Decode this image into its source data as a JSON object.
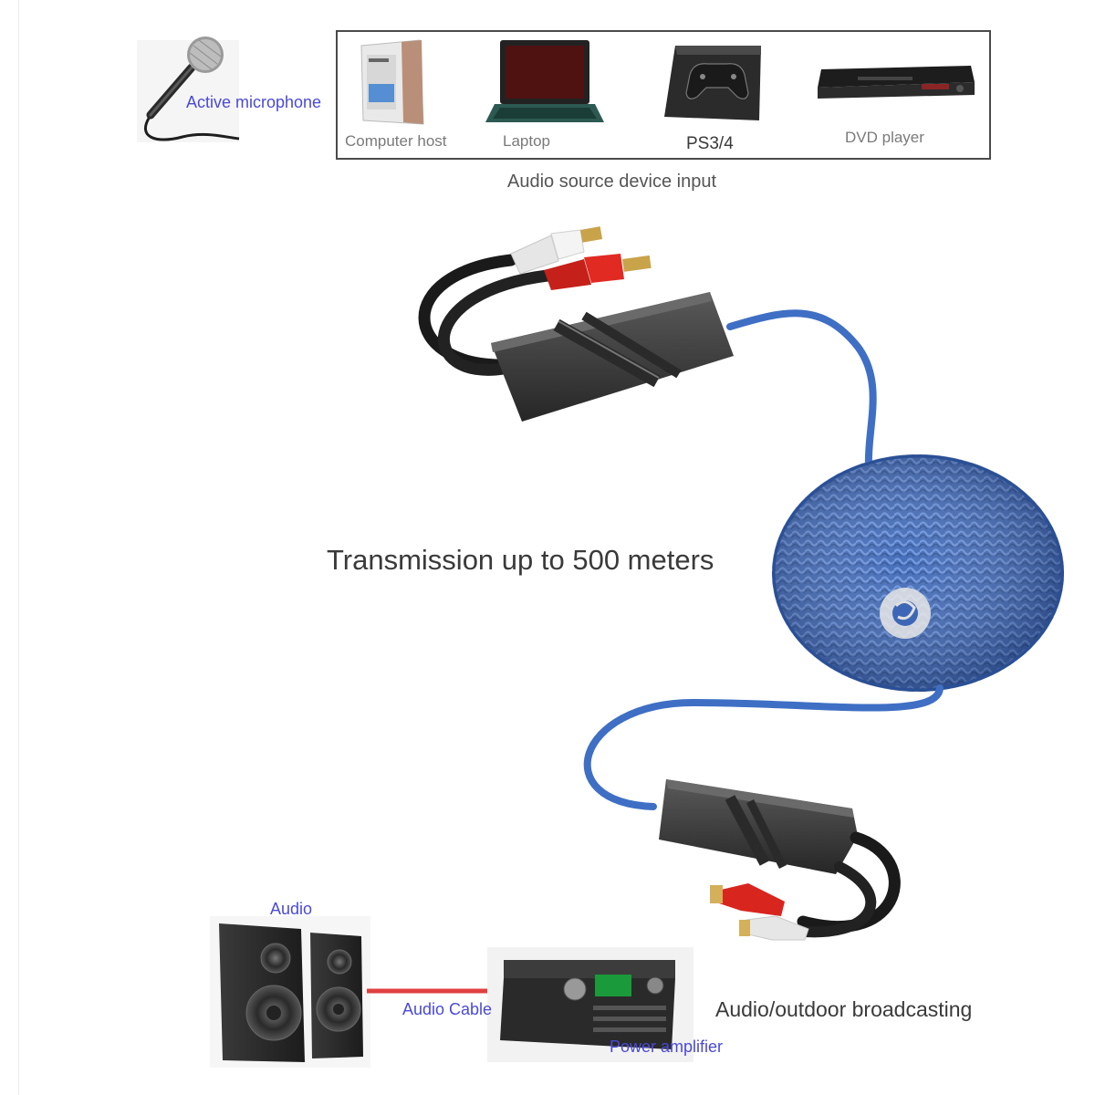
{
  "microphone": {
    "label": "Active microphone"
  },
  "sources": {
    "items": [
      {
        "label": "Computer host"
      },
      {
        "label": "Laptop"
      },
      {
        "label": "PS3/4"
      },
      {
        "label": "DVD player"
      }
    ],
    "caption": "Audio source device input"
  },
  "transmission": {
    "label": "Transmission up to 500 meters"
  },
  "output": {
    "audio_label": "Audio",
    "cable_label": "Audio Cable",
    "amplifier_label": "Power amplifier",
    "broadcast_label": "Audio/outdoor broadcasting"
  },
  "colors": {
    "label_blue": "#4a4ad6",
    "cable_blue": "#3f6fc4",
    "rca_red": "#d8261e",
    "audio_cable_red": "#e04040"
  }
}
